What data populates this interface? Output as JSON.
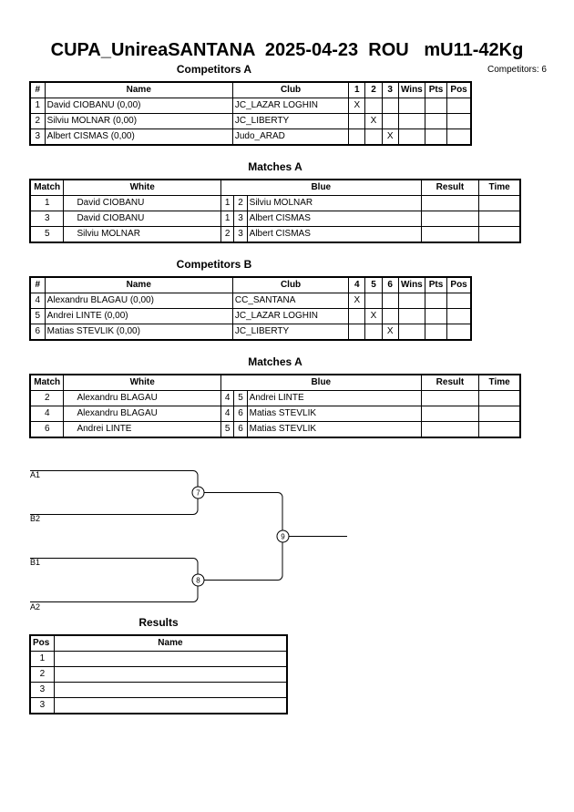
{
  "header": {
    "title": "CUPA_UnireaSANTANA  2025-04-23  ROU   mU11-42Kg",
    "competitors_count": "Competitors: 6"
  },
  "pool_a": {
    "title": "Competitors A",
    "headers": [
      "#",
      "Name",
      "Club",
      "1",
      "2",
      "3",
      "Wins",
      "Pts",
      "Pos"
    ],
    "rows": [
      {
        "no": "1",
        "name": "David CIOBANU  (0,00)",
        "club": "JC_LAZAR LOGHIN",
        "marks": [
          "X",
          "",
          ""
        ]
      },
      {
        "no": "2",
        "name": "Silviu MOLNAR  (0,00)",
        "club": "JC_LIBERTY",
        "marks": [
          "",
          "X",
          ""
        ]
      },
      {
        "no": "3",
        "name": "Albert CISMAS  (0,00)",
        "club": "Judo_ARAD",
        "marks": [
          "",
          "",
          "X"
        ]
      }
    ]
  },
  "matches_a": {
    "title": "Matches A",
    "headers": [
      "Match",
      "White",
      "Blue",
      "Result",
      "Time"
    ],
    "rows": [
      {
        "match": "1",
        "white": "David CIOBANU",
        "w": "1",
        "b": "2",
        "blue": "Silviu MOLNAR"
      },
      {
        "match": "3",
        "white": "David CIOBANU",
        "w": "1",
        "b": "3",
        "blue": "Albert CISMAS"
      },
      {
        "match": "5",
        "white": "Silviu MOLNAR",
        "w": "2",
        "b": "3",
        "blue": "Albert CISMAS"
      }
    ]
  },
  "pool_b": {
    "title": "Competitors B",
    "headers": [
      "#",
      "Name",
      "Club",
      "4",
      "5",
      "6",
      "Wins",
      "Pts",
      "Pos"
    ],
    "rows": [
      {
        "no": "4",
        "name": "Alexandru BLAGAU  (0,00)",
        "club": "CC_SANTANA",
        "marks": [
          "X",
          "",
          ""
        ]
      },
      {
        "no": "5",
        "name": "Andrei LINTE  (0,00)",
        "club": "JC_LAZAR LOGHIN",
        "marks": [
          "",
          "X",
          ""
        ]
      },
      {
        "no": "6",
        "name": "Matias STEVLIK  (0,00)",
        "club": "JC_LIBERTY",
        "marks": [
          "",
          "",
          "X"
        ]
      }
    ]
  },
  "matches_b": {
    "title": "Matches A",
    "headers": [
      "Match",
      "White",
      "Blue",
      "Result",
      "Time"
    ],
    "rows": [
      {
        "match": "2",
        "white": "Alexandru BLAGAU",
        "w": "4",
        "b": "5",
        "blue": "Andrei LINTE"
      },
      {
        "match": "4",
        "white": "Alexandru BLAGAU",
        "w": "4",
        "b": "6",
        "blue": "Matias STEVLIK"
      },
      {
        "match": "6",
        "white": "Andrei LINTE",
        "w": "5",
        "b": "6",
        "blue": "Matias STEVLIK"
      }
    ]
  },
  "bracket": {
    "labels": [
      "A1",
      "B2",
      "B1",
      "A2"
    ],
    "matches": [
      "7",
      "8",
      "9"
    ]
  },
  "results": {
    "title": "Results",
    "headers": [
      "Pos",
      "Name"
    ],
    "rows": [
      {
        "pos": "1",
        "name": ""
      },
      {
        "pos": "2",
        "name": ""
      },
      {
        "pos": "3",
        "name": ""
      },
      {
        "pos": "3",
        "name": ""
      }
    ]
  }
}
